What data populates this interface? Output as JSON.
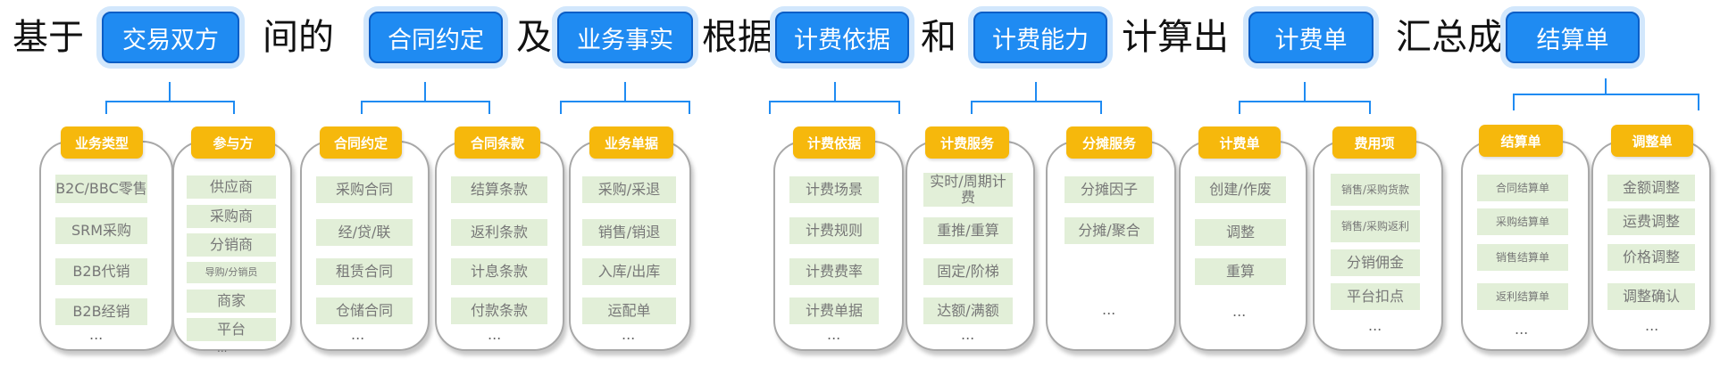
{
  "sentence": {
    "w1": "基于",
    "w2": "间的",
    "w3": "及",
    "w4": "根据",
    "w5": "和",
    "w6": "计算出",
    "w7": "汇总成",
    "b1": "交易双方",
    "b2": "合同约定",
    "b3": "业务事实",
    "b4": "计费依据",
    "b5": "计费能力",
    "b6": "计费单",
    "b7": "结算单"
  },
  "cards": [
    {
      "header": "业务类型",
      "items": [
        "B2C/BBC零售",
        "SRM采购",
        "B2B代销",
        "B2B经销"
      ],
      "more": "..."
    },
    {
      "header": "参与方",
      "items": [
        "供应商",
        "采购商",
        "分销商",
        "导购/分销员",
        "商家",
        "平台"
      ],
      "more": "..."
    },
    {
      "header": "合同约定",
      "items": [
        "采购合同",
        "经/贷/联",
        "租赁合同",
        "仓储合同"
      ],
      "more": "..."
    },
    {
      "header": "合同条款",
      "items": [
        "结算条款",
        "返利条款",
        "计息条款",
        "付款条款"
      ],
      "more": "..."
    },
    {
      "header": "业务单据",
      "items": [
        "采购/采退",
        "销售/销退",
        "入库/出库",
        "运配单"
      ],
      "more": "..."
    },
    {
      "header": "计费依据",
      "items": [
        "计费场景",
        "计费规则",
        "计费费率",
        "计费单据"
      ],
      "more": "..."
    },
    {
      "header": "计费服务",
      "items": [
        "实时/周期计费",
        "重推/重算",
        "固定/阶梯",
        "达额/满额"
      ],
      "more": "..."
    },
    {
      "header": "分摊服务",
      "items": [
        "分摊因子",
        "分摊/聚合"
      ],
      "more": "..."
    },
    {
      "header": "计费单",
      "items": [
        "创建/作废",
        "调整",
        "重算"
      ],
      "more": "..."
    },
    {
      "header": "费用项",
      "items": [
        "销售/采购货款",
        "销售/采购返利",
        "分销佣金",
        "平台扣点"
      ],
      "more": "..."
    },
    {
      "header": "结算单",
      "items": [
        "合同结算单",
        "采购结算单",
        "销售结算单",
        "返利结算单"
      ],
      "more": "..."
    },
    {
      "header": "调整单",
      "items": [
        "金额调整",
        "运费调整",
        "价格调整",
        "调整确认"
      ],
      "more": "..."
    }
  ]
}
